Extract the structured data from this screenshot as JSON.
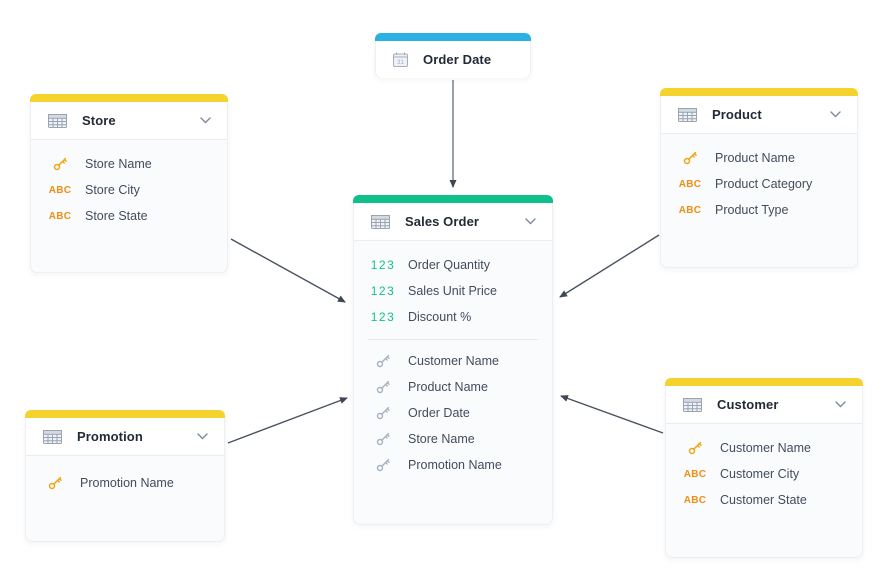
{
  "icons": {
    "text_type_label": "ABC",
    "numeric_type_label": "123",
    "calendar_day": "31"
  },
  "colors": {
    "dimension_accent": "#F5D32F",
    "fact_accent": "#10C08C",
    "date_accent": "#29B1E3",
    "key_icon_orange": "#F0A513",
    "key_icon_muted": "#A7B2BF",
    "text_type_orange": "#F08E12",
    "numeric_type_green": "#12C28D",
    "arrow_line": "#4A5260",
    "arrow_line_light": "#99A1AB",
    "arrow_head": "#3E4753"
  },
  "tables": {
    "order_date": {
      "title": "Order Date",
      "fields": []
    },
    "store": {
      "title": "Store",
      "fields": [
        {
          "label": "Store Name",
          "type": "key"
        },
        {
          "label": "Store City",
          "type": "text"
        },
        {
          "label": "Store State",
          "type": "text"
        }
      ]
    },
    "product": {
      "title": "Product",
      "fields": [
        {
          "label": "Product Name",
          "type": "key"
        },
        {
          "label": "Product Category",
          "type": "text"
        },
        {
          "label": "Product Type",
          "type": "text"
        }
      ]
    },
    "sales_order": {
      "title": "Sales Order",
      "measures": [
        {
          "label": "Order Quantity",
          "type": "number"
        },
        {
          "label": "Sales Unit Price",
          "type": "number"
        },
        {
          "label": "Discount %",
          "type": "number"
        }
      ],
      "keys": [
        {
          "label": "Customer Name",
          "type": "key"
        },
        {
          "label": "Product Name",
          "type": "key"
        },
        {
          "label": "Order Date",
          "type": "key"
        },
        {
          "label": "Store Name",
          "type": "key"
        },
        {
          "label": "Promotion Name",
          "type": "key"
        }
      ]
    },
    "promotion": {
      "title": "Promotion",
      "fields": [
        {
          "label": "Promotion Name",
          "type": "key"
        }
      ]
    },
    "customer": {
      "title": "Customer",
      "fields": [
        {
          "label": "Customer Name",
          "type": "key"
        },
        {
          "label": "Customer City",
          "type": "text"
        },
        {
          "label": "Customer State",
          "type": "text"
        }
      ]
    }
  },
  "relationships": [
    {
      "from": "Order Date",
      "to": "Sales Order"
    },
    {
      "from": "Store",
      "to": "Sales Order"
    },
    {
      "from": "Product",
      "to": "Sales Order"
    },
    {
      "from": "Promotion",
      "to": "Sales Order"
    },
    {
      "from": "Customer",
      "to": "Sales Order"
    }
  ]
}
